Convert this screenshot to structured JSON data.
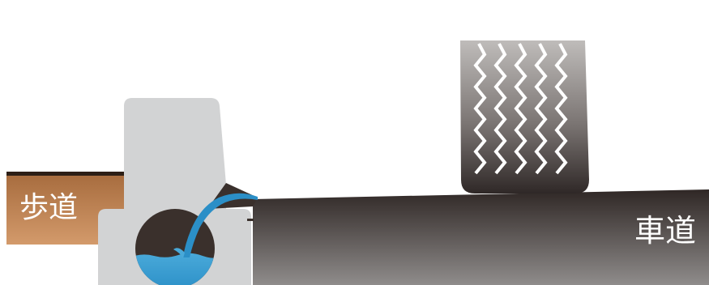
{
  "labels": {
    "sidewalk": "歩道",
    "roadway": "車道"
  },
  "elements": {
    "tire_treads": 5,
    "wave_segments": 6
  },
  "colors": {
    "sidewalk_top": "#2d1f16",
    "sidewalk_face_top": "#a86d3f",
    "sidewalk_face_bottom": "#d39a6b",
    "curb": "#d2d3d4",
    "drain_dark": "#3a302c",
    "water": "#2b8fc7",
    "water_light": "#49a9d9",
    "road_top": "#2f2725",
    "road_bottom": "#8f8c8b",
    "tire_top": "#bfbcba",
    "tire_bottom": "#2f2827",
    "tread": "#ffffff"
  }
}
